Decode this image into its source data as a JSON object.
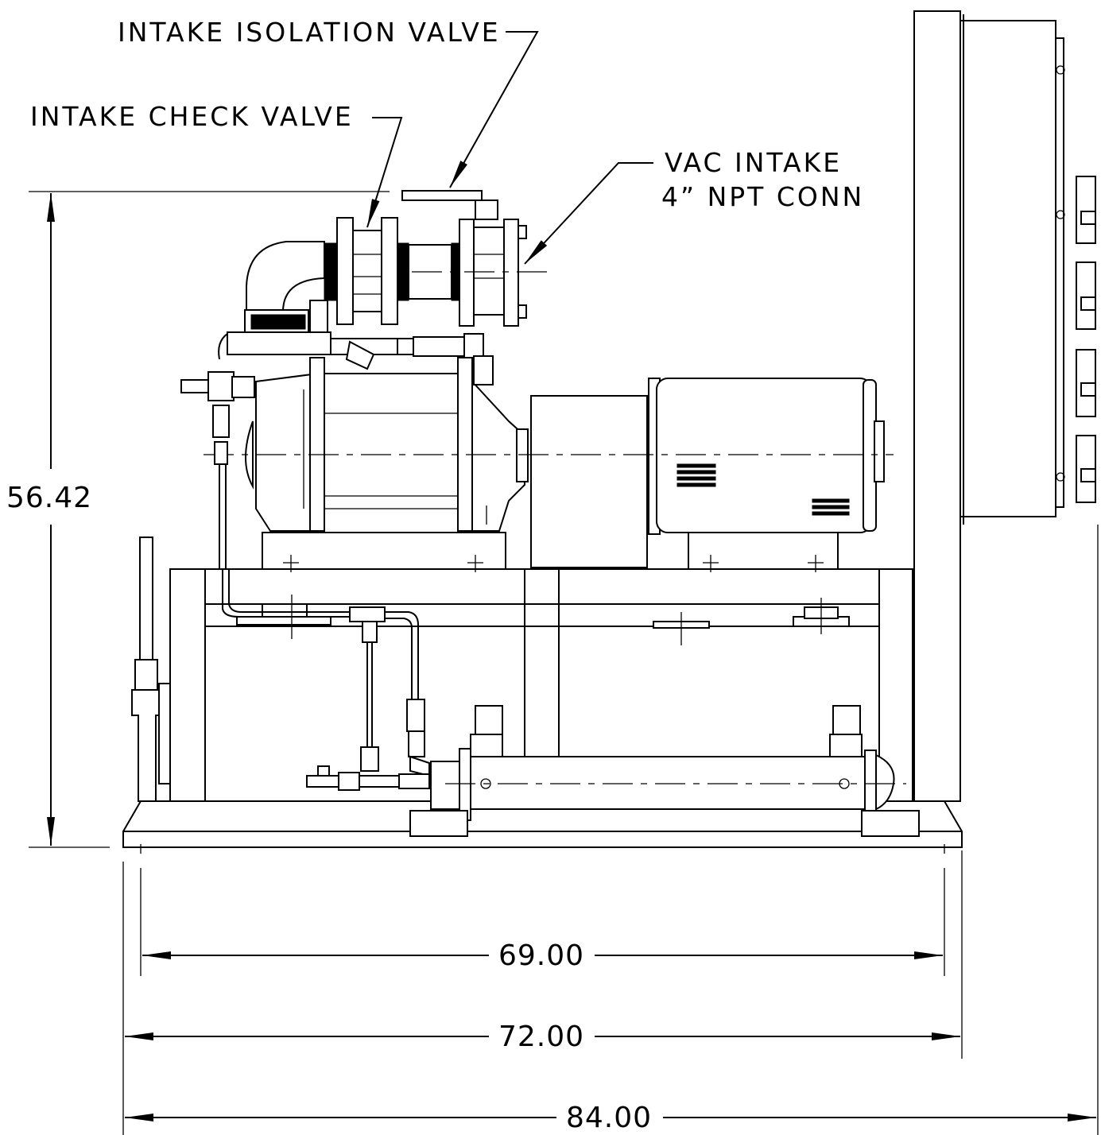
{
  "labels": {
    "intake_isolation_valve": "INTAKE ISOLATION VALVE",
    "intake_check_valve": "INTAKE CHECK VALVE",
    "vac_intake_line1": "VAC INTAKE",
    "vac_intake_line2": "4” NPT CONN"
  },
  "dimensions": {
    "height": "56.42",
    "width_base": "69.00",
    "width_frame": "72.00",
    "width_overall": "84.00"
  }
}
